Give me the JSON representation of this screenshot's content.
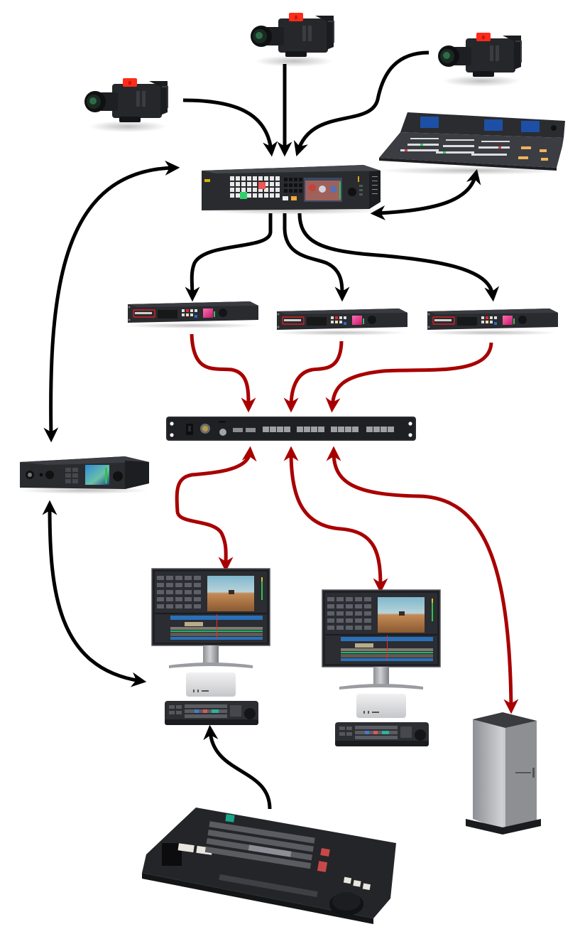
{
  "diagram": {
    "type": "video-production-network",
    "colors": {
      "background": "#ffffff",
      "sdi_link": "#000000",
      "ethernet_link": "#a80000",
      "device_body": "#2b2c30",
      "tally_red": "#ff2a1a",
      "screen_pink": "#e0307a",
      "key_green": "#27c66a",
      "key_red": "#d43c3c",
      "key_teal": "#1aa58a",
      "silver": "#c9cacd"
    },
    "nodes": [
      {
        "id": "camera-left",
        "kind": "studio-camera",
        "tally": "8"
      },
      {
        "id": "camera-center",
        "kind": "studio-camera",
        "tally": "8"
      },
      {
        "id": "camera-right",
        "kind": "studio-camera",
        "tally": "8"
      },
      {
        "id": "switcher",
        "kind": "rack-production-switcher"
      },
      {
        "id": "control-panel",
        "kind": "switcher-control-panel"
      },
      {
        "id": "recorder-1",
        "kind": "rack-disk-recorder"
      },
      {
        "id": "recorder-2",
        "kind": "rack-disk-recorder"
      },
      {
        "id": "recorder-3",
        "kind": "rack-disk-recorder"
      },
      {
        "id": "network-switch",
        "kind": "ethernet-switch",
        "ports": 16
      },
      {
        "id": "monitor-io",
        "kind": "desktop-video-interface"
      },
      {
        "id": "workstation-1",
        "kind": "editing-workstation"
      },
      {
        "id": "workstation-2",
        "kind": "editing-workstation"
      },
      {
        "id": "egpu",
        "kind": "external-gpu"
      },
      {
        "id": "editor-keyboard",
        "kind": "editor-keyboard"
      }
    ],
    "links": [
      {
        "from": "camera-left",
        "to": "switcher",
        "type": "sdi",
        "direction": "one-way"
      },
      {
        "from": "camera-center",
        "to": "switcher",
        "type": "sdi",
        "direction": "one-way"
      },
      {
        "from": "camera-right",
        "to": "switcher",
        "type": "sdi",
        "direction": "one-way"
      },
      {
        "from": "switcher",
        "to": "control-panel",
        "type": "sdi",
        "direction": "two-way"
      },
      {
        "from": "switcher",
        "to": "monitor-io",
        "type": "sdi",
        "direction": "two-way"
      },
      {
        "from": "switcher",
        "to": "recorder-1",
        "type": "sdi",
        "direction": "one-way"
      },
      {
        "from": "switcher",
        "to": "recorder-2",
        "type": "sdi",
        "direction": "one-way"
      },
      {
        "from": "switcher",
        "to": "recorder-3",
        "type": "sdi",
        "direction": "one-way"
      },
      {
        "from": "recorder-1",
        "to": "network-switch",
        "type": "ethernet",
        "direction": "one-way"
      },
      {
        "from": "recorder-2",
        "to": "network-switch",
        "type": "ethernet",
        "direction": "one-way"
      },
      {
        "from": "recorder-3",
        "to": "network-switch",
        "type": "ethernet",
        "direction": "one-way"
      },
      {
        "from": "network-switch",
        "to": "workstation-1",
        "type": "ethernet",
        "direction": "two-way"
      },
      {
        "from": "network-switch",
        "to": "workstation-2",
        "type": "ethernet",
        "direction": "two-way"
      },
      {
        "from": "network-switch",
        "to": "egpu",
        "type": "ethernet",
        "direction": "two-way"
      },
      {
        "from": "monitor-io",
        "to": "workstation-1",
        "type": "sdi",
        "direction": "two-way"
      },
      {
        "from": "editor-keyboard",
        "to": "workstation-1",
        "type": "usb",
        "direction": "one-way"
      }
    ]
  }
}
